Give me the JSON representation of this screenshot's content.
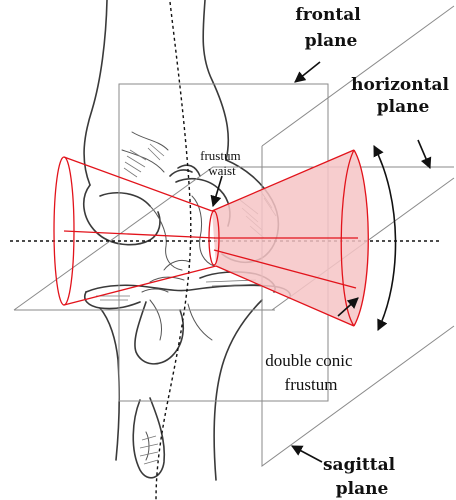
{
  "labels": {
    "frontal_plane": [
      "frontal",
      "plane"
    ],
    "horizontal_plane": [
      "horizontal",
      "plane"
    ],
    "frustum_waist": [
      "frustum",
      "waist"
    ],
    "double_conic_frustum": [
      "double conic",
      "frustum"
    ],
    "sagittal_plane": [
      "sagittal",
      "plane"
    ]
  },
  "colors": {
    "cone_outline": "#e2131b",
    "cone_fill": "#f6c4c6",
    "plane_lines": "#8a8a8a",
    "bone_sketch": "#3a3a3a",
    "text": "#111111"
  }
}
